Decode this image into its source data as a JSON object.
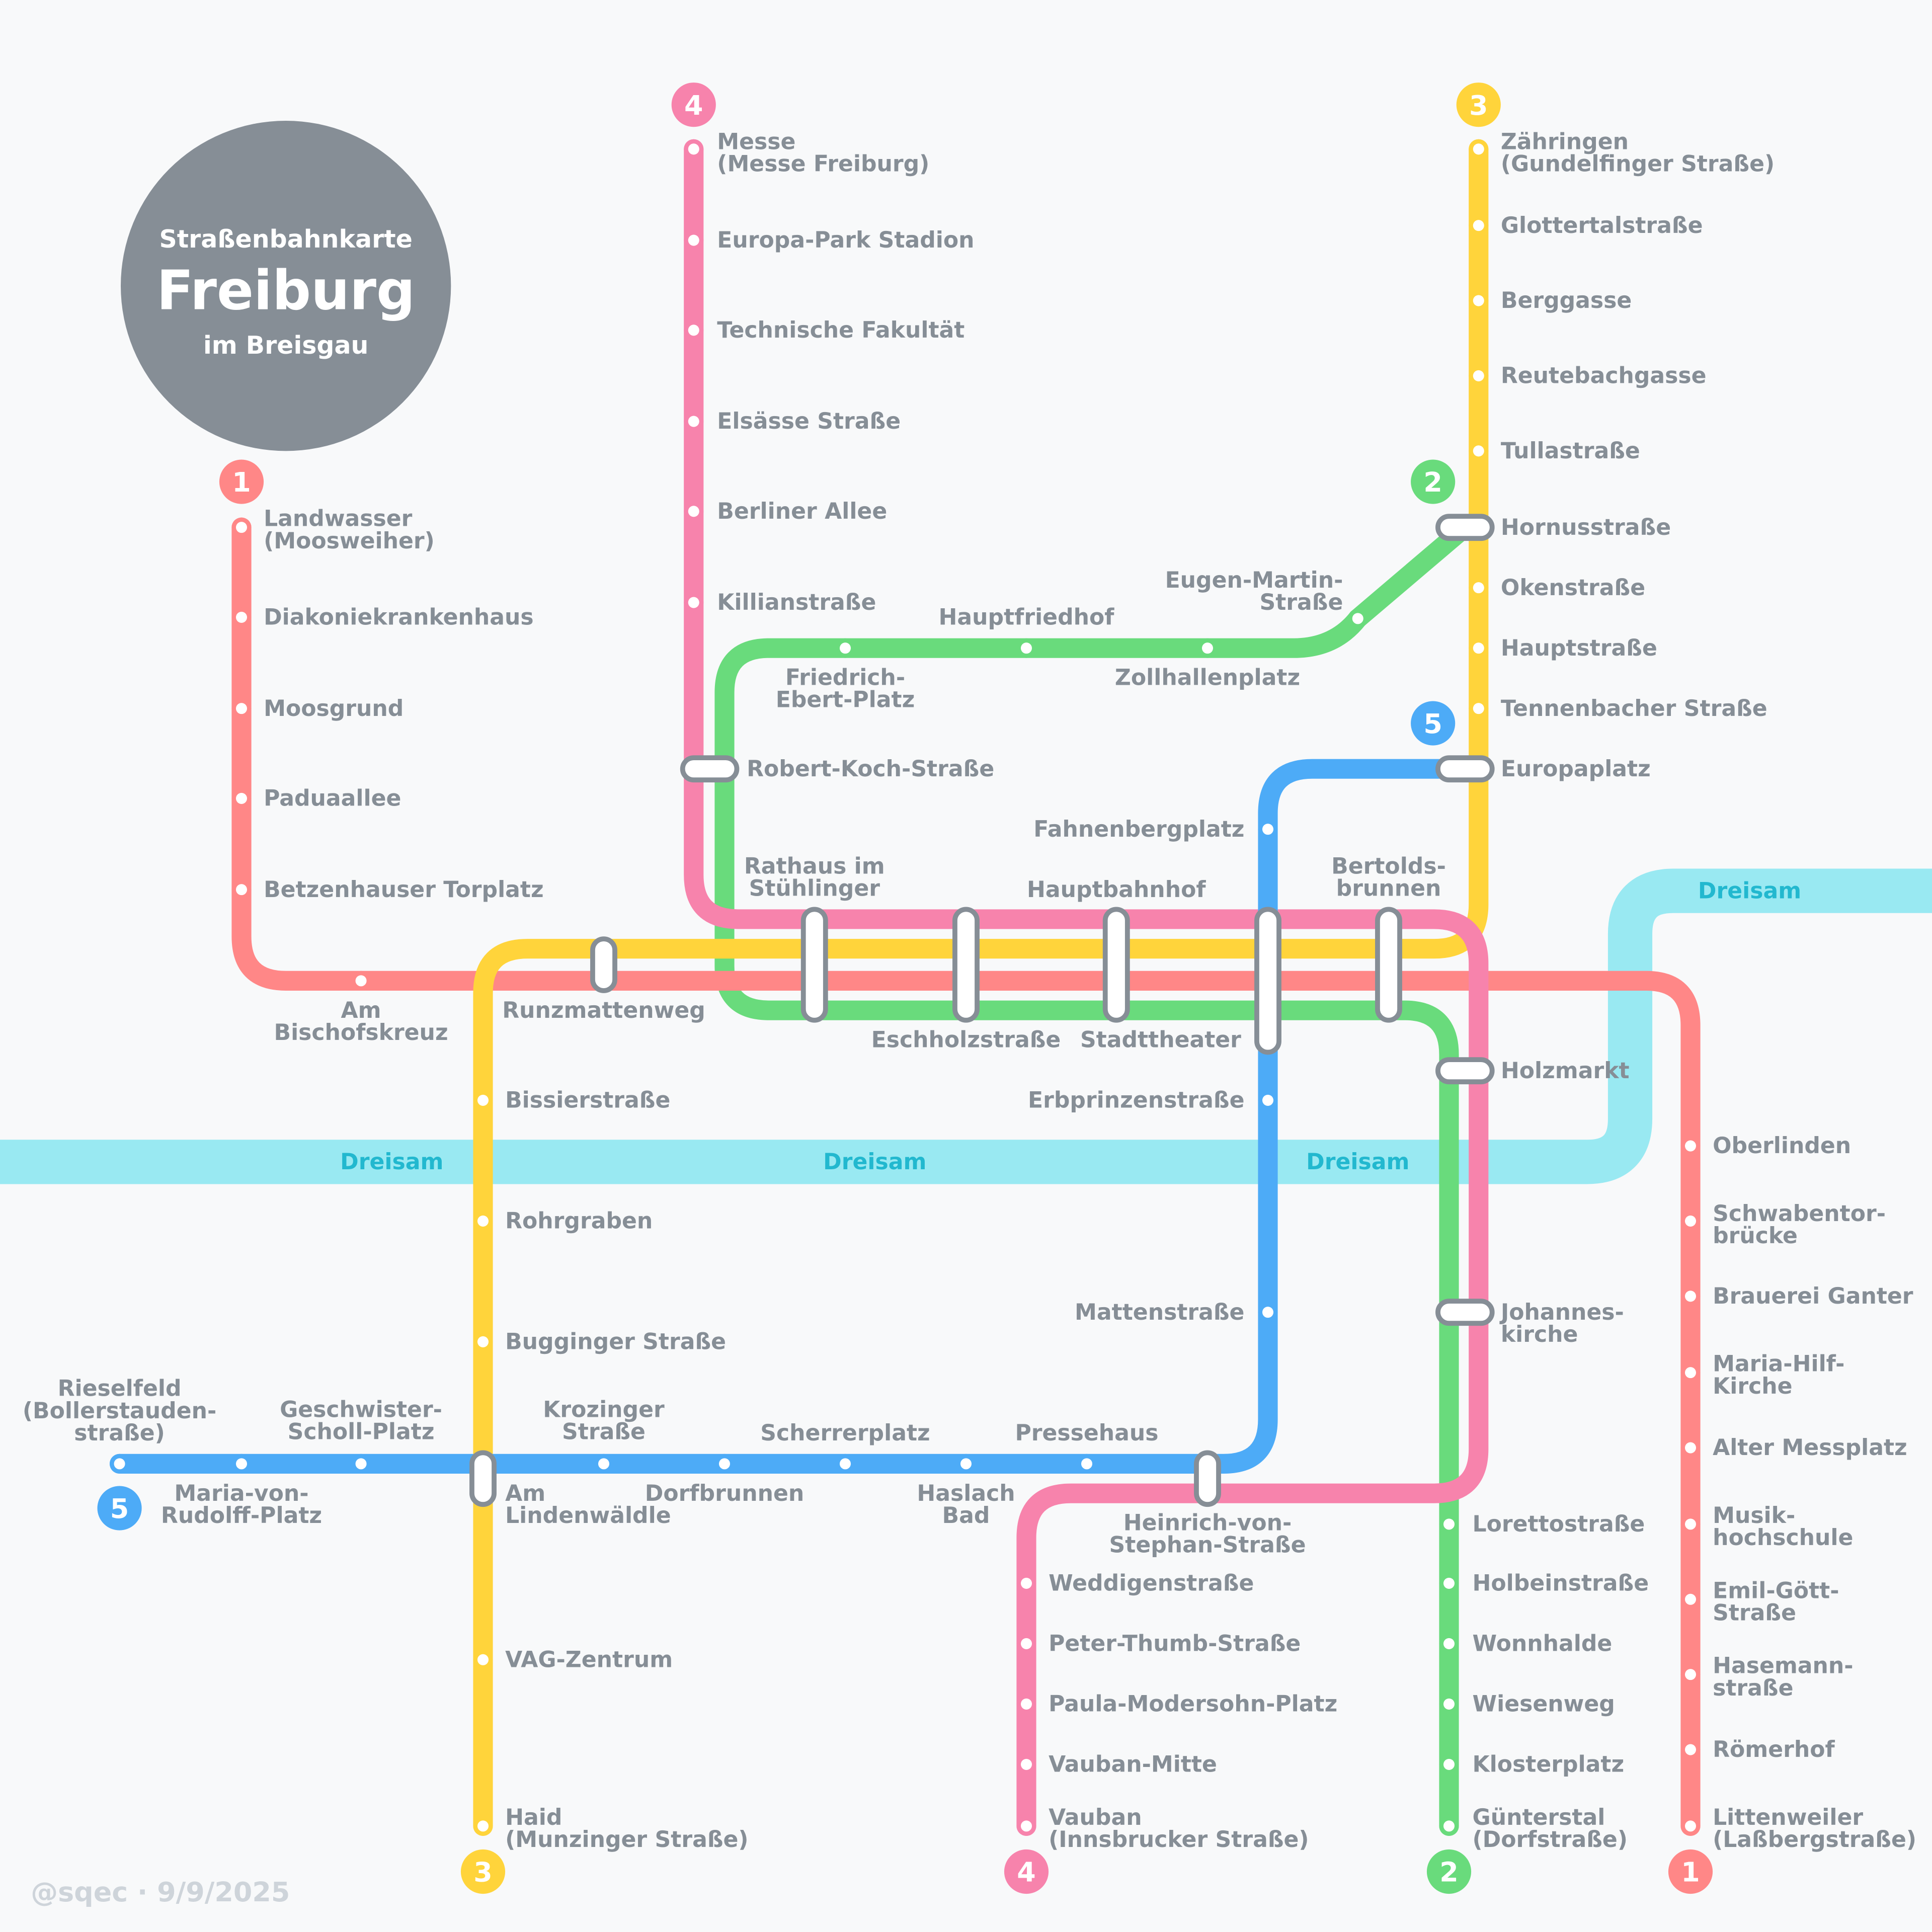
{
  "title": {
    "top": "Straßenbahnkarte",
    "main": "Freiburg",
    "sub": "im Breisgau"
  },
  "footer": "@sqec · 9/9/2025",
  "river": {
    "name": "Dreisam",
    "color": "#99E9F2",
    "label_color": "#22B8CF"
  },
  "colors": {
    "background": "#F8F9FA",
    "label": "#868E96",
    "interchange": "#868E96"
  },
  "lines": {
    "1": {
      "badge": "1",
      "color": "#FF8787",
      "stations": [
        {
          "name": [
            "Landwasser",
            "(Moosweiher)"
          ]
        },
        {
          "name": [
            "Diakoniekrankenhaus"
          ]
        },
        {
          "name": [
            "Moosgrund"
          ]
        },
        {
          "name": [
            "Paduaallee"
          ]
        },
        {
          "name": [
            "Betzenhauser Torplatz"
          ]
        },
        {
          "name": [
            "Am",
            "Bischofskreuz"
          ]
        },
        {
          "name": [
            "Oberlinden"
          ]
        },
        {
          "name": [
            "Schwabentor-",
            "brücke"
          ]
        },
        {
          "name": [
            "Brauerei Ganter"
          ]
        },
        {
          "name": [
            "Maria-Hilf-",
            "Kirche"
          ]
        },
        {
          "name": [
            "Alter Messplatz"
          ]
        },
        {
          "name": [
            "Musik-",
            "hochschule"
          ]
        },
        {
          "name": [
            "Emil-Gött-",
            "Straße"
          ]
        },
        {
          "name": [
            "Hasemann-",
            "straße"
          ]
        },
        {
          "name": [
            "Römerhof"
          ]
        },
        {
          "name": [
            "Littenweiler",
            "(Laßbergstraße)"
          ]
        }
      ]
    },
    "2": {
      "badge": "2",
      "color": "#69DB7C",
      "stations": [
        {
          "name": [
            "Eugen-Martin-",
            "Straße"
          ]
        },
        {
          "name": [
            "Zollhallenplatz"
          ]
        },
        {
          "name": [
            "Hauptfriedhof"
          ]
        },
        {
          "name": [
            "Friedrich-",
            "Ebert-Platz"
          ]
        },
        {
          "name": [
            "Lorettostraße"
          ]
        },
        {
          "name": [
            "Holbeinstraße"
          ]
        },
        {
          "name": [
            "Wonnhalde"
          ]
        },
        {
          "name": [
            "Wiesenweg"
          ]
        },
        {
          "name": [
            "Klosterplatz"
          ]
        },
        {
          "name": [
            "Günterstal",
            "(Dorfstraße)"
          ]
        }
      ]
    },
    "3": {
      "badge": "3",
      "color": "#FFD43B",
      "stations": [
        {
          "name": [
            "Zähringen",
            "(Gundelfinger Straße)"
          ]
        },
        {
          "name": [
            "Glottertalstraße"
          ]
        },
        {
          "name": [
            "Berggasse"
          ]
        },
        {
          "name": [
            "Reutebachgasse"
          ]
        },
        {
          "name": [
            "Tullastraße"
          ]
        },
        {
          "name": [
            "Okenstraße"
          ]
        },
        {
          "name": [
            "Hauptstraße"
          ]
        },
        {
          "name": [
            "Tennenbacher Straße"
          ]
        },
        {
          "name": [
            "Bissierstraße"
          ]
        },
        {
          "name": [
            "Rohrgraben"
          ]
        },
        {
          "name": [
            "Bugginger Straße"
          ]
        },
        {
          "name": [
            "VAG-Zentrum"
          ]
        },
        {
          "name": [
            "Haid",
            "(Munzinger Straße)"
          ]
        }
      ]
    },
    "4": {
      "badge": "4",
      "color": "#F783AC",
      "stations": [
        {
          "name": [
            "Messe",
            "(Messe Freiburg)"
          ]
        },
        {
          "name": [
            "Europa-Park Stadion"
          ]
        },
        {
          "name": [
            "Technische Fakultät"
          ]
        },
        {
          "name": [
            "Elsässe Straße"
          ]
        },
        {
          "name": [
            "Berliner Allee"
          ]
        },
        {
          "name": [
            "Killianstraße"
          ]
        },
        {
          "name": [
            "Weddigenstraße"
          ]
        },
        {
          "name": [
            "Peter-Thumb-Straße"
          ]
        },
        {
          "name": [
            "Paula-Modersohn-Platz"
          ]
        },
        {
          "name": [
            "Vauban-Mitte"
          ]
        },
        {
          "name": [
            "Vauban",
            "(Innsbrucker Straße)"
          ]
        }
      ]
    },
    "5": {
      "badge": "5",
      "color": "#4DABF7",
      "stations": [
        {
          "name": [
            "Rieselfeld",
            "(Bollerstauden-",
            "straße)"
          ]
        },
        {
          "name": [
            "Maria-von-",
            "Rudolff-Platz"
          ]
        },
        {
          "name": [
            "Geschwister-",
            "Scholl-Platz"
          ]
        },
        {
          "name": [
            "Krozinger",
            "Straße"
          ]
        },
        {
          "name": [
            "Dorfbrunnen"
          ]
        },
        {
          "name": [
            "Scherrerplatz"
          ]
        },
        {
          "name": [
            "Haslach",
            "Bad"
          ]
        },
        {
          "name": [
            "Pressehaus"
          ]
        },
        {
          "name": [
            "Mattenstraße"
          ]
        },
        {
          "name": [
            "Erbprinzenstraße"
          ]
        },
        {
          "name": [
            "Fahnenbergplatz"
          ]
        }
      ]
    }
  },
  "interchanges": [
    {
      "name": [
        "Rathaus im",
        "Stühlinger"
      ]
    },
    {
      "name": [
        "Eschholzstraße"
      ]
    },
    {
      "name": [
        "Hauptbahnhof"
      ]
    },
    {
      "name": [
        "Stadttheater"
      ]
    },
    {
      "name": [
        "Bertolds-",
        "brunnen"
      ]
    },
    {
      "name": [
        "Runzmattenweg"
      ]
    },
    {
      "name": [
        "Am",
        "Lindenwäldle"
      ]
    },
    {
      "name": [
        "Heinrich-von-",
        "Stephan-Straße"
      ]
    },
    {
      "name": [
        "Hornusstraße"
      ]
    },
    {
      "name": [
        "Europaplatz"
      ]
    },
    {
      "name": [
        "Robert-Koch-Straße"
      ]
    },
    {
      "name": [
        "Holzmarkt"
      ]
    },
    {
      "name": [
        "Johannes-",
        "kirche"
      ]
    }
  ]
}
